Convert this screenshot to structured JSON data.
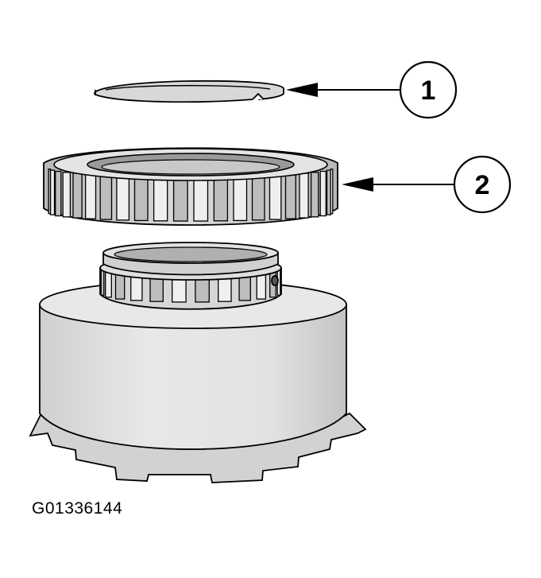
{
  "figure": {
    "id_label": "G01336144",
    "line_color": "#000000",
    "fill_light": "#e6e6e6",
    "fill_mid": "#cfcfcf",
    "fill_dark": "#a8a8a8"
  },
  "callouts": [
    {
      "number": "1",
      "part": "snap-ring"
    },
    {
      "number": "2",
      "part": "splined-ring"
    }
  ]
}
